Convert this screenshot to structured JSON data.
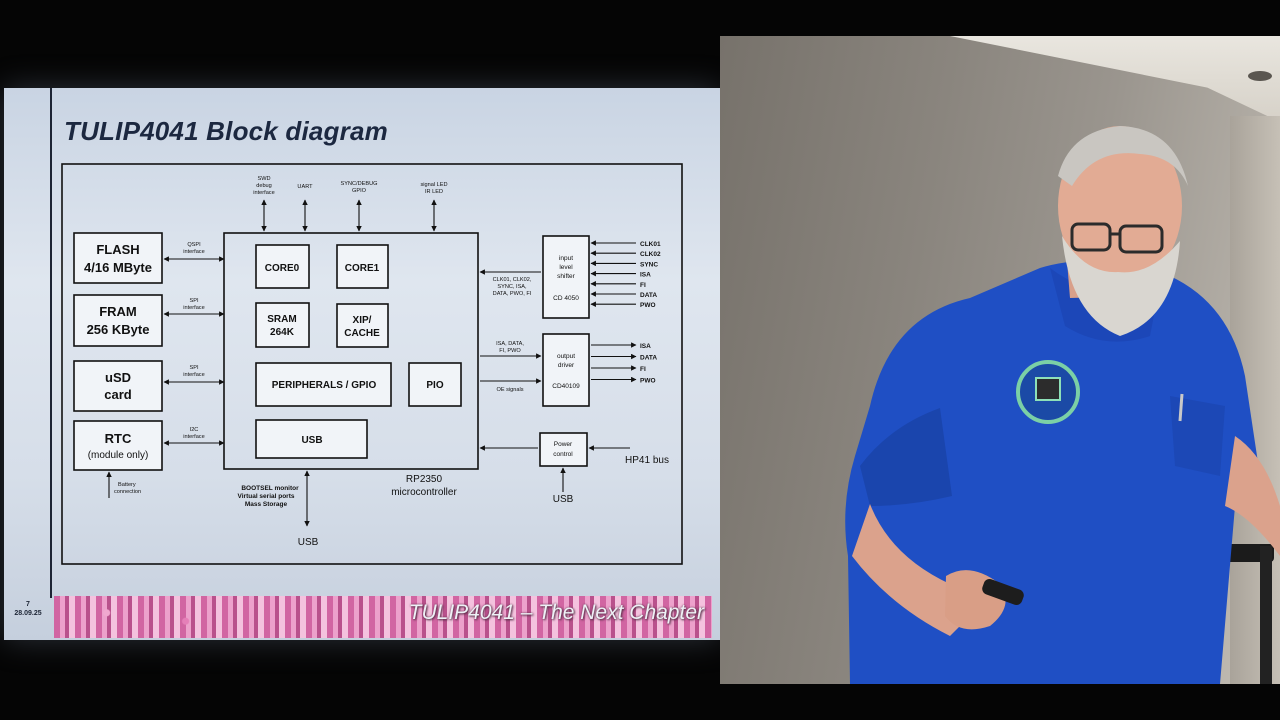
{
  "slide": {
    "title": "TULIP4041 Block diagram",
    "page_number": "7",
    "date": "28.09.25",
    "footer": "TULIP4041 – The Next Chapter"
  },
  "diagram": {
    "blocks": {
      "flash": [
        "FLASH",
        "4/16 MByte"
      ],
      "fram": [
        "FRAM",
        "256 KByte"
      ],
      "usd": [
        "uSD",
        "card"
      ],
      "rtc": [
        "RTC",
        "(module only)"
      ],
      "core0": "CORE0",
      "core1": "CORE1",
      "sram": [
        "SRAM",
        "264K"
      ],
      "xip": [
        "XIP/",
        "CACHE"
      ],
      "peripherals": "PERIPHERALS / GPIO",
      "pio": "PIO",
      "usb_internal": "USB",
      "input_shifter": [
        "input",
        "level",
        "shifter"
      ],
      "input_chip": "CD 4050",
      "output_driver": [
        "output",
        "driver"
      ],
      "output_chip": "CD40109",
      "power_control": [
        "Power",
        "control"
      ]
    },
    "labels": {
      "rp2350": [
        "RP2350",
        "microcontroller"
      ],
      "qspi": [
        "QSPI",
        "interface"
      ],
      "spi1": [
        "SPI",
        "interface"
      ],
      "spi2": [
        "SPI",
        "interface"
      ],
      "i2c": [
        "I2C",
        "interface"
      ],
      "battery": [
        "Battery",
        "connection"
      ],
      "swd": [
        "SWD",
        "debug",
        "interface"
      ],
      "uart": "UART",
      "sync_debug": [
        "SYNC/DEBUG",
        "GPIO"
      ],
      "signal_led": [
        "signal LED",
        "IR LED"
      ],
      "bootsel": [
        "BOOTSEL monitor",
        "Virtual serial ports",
        "Mass Storage"
      ],
      "usb_bottom": "USB",
      "usb_power": "USB",
      "hp41_bus": "HP41 bus",
      "bus_in": [
        "CLK01, CLK02,",
        "SYNC, ISA,",
        "DATA, PWO, FI"
      ],
      "bus_out": [
        "ISA, DATA,",
        "FI, PWO"
      ],
      "oe_signals": "OE signals"
    },
    "input_signals": [
      "CLK01",
      "CLK02",
      "SYNC",
      "ISA",
      "FI",
      "DATA",
      "PWO"
    ],
    "output_signals": [
      "ISA",
      "DATA",
      "FI",
      "PWO"
    ]
  },
  "colors": {
    "slide_background": "#d9e1ec",
    "title_color": "#1c2840",
    "shirt_blue": "#1f4fc4"
  }
}
